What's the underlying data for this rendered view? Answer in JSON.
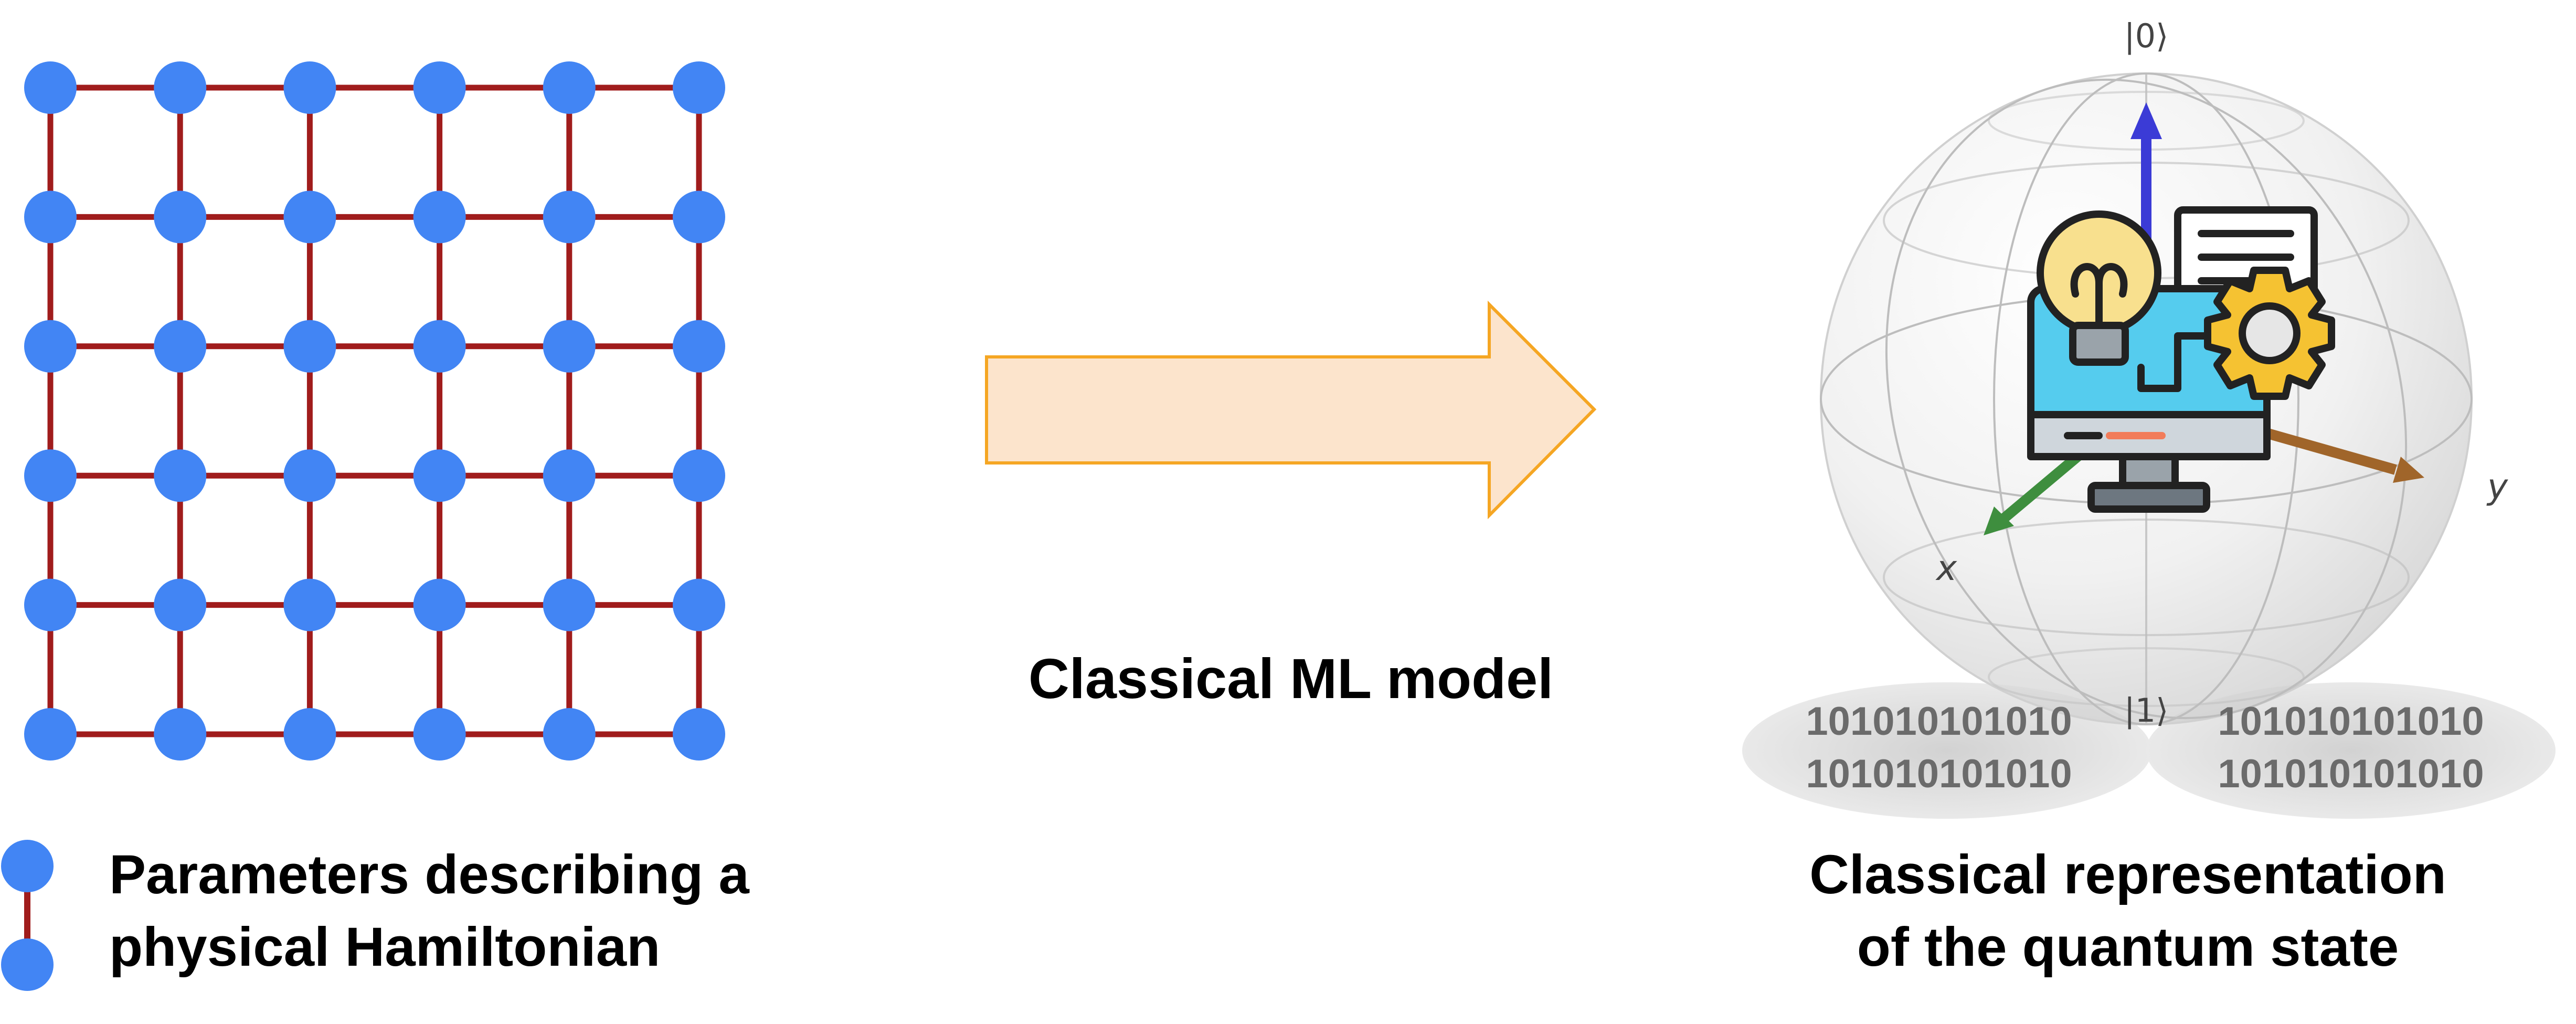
{
  "lattice": {
    "rows": 6,
    "cols": 6,
    "node_color": "#4285F4",
    "edge_color": "#A01C1C"
  },
  "legend": {
    "line1": "Parameters describing a",
    "line2": "physical Hamiltonian"
  },
  "arrow": {
    "label": "Classical ML model",
    "fill": "#FCE4CC",
    "stroke": "#F5A623"
  },
  "bloch": {
    "ket0": "|0⟩",
    "ket1": "|1⟩",
    "x_axis": "x",
    "y_axis": "y",
    "z_color": "#3B3BD6",
    "x_color": "#3E8E3E",
    "y_color": "#A0652A",
    "icon": "ml-computer-lightbulb-gear-icon"
  },
  "shadows": {
    "left": [
      "101010101010",
      "101010101010"
    ],
    "right": [
      "101010101010",
      "101010101010"
    ]
  },
  "caption": {
    "line1": "Classical representation",
    "line2": "of the quantum state"
  }
}
